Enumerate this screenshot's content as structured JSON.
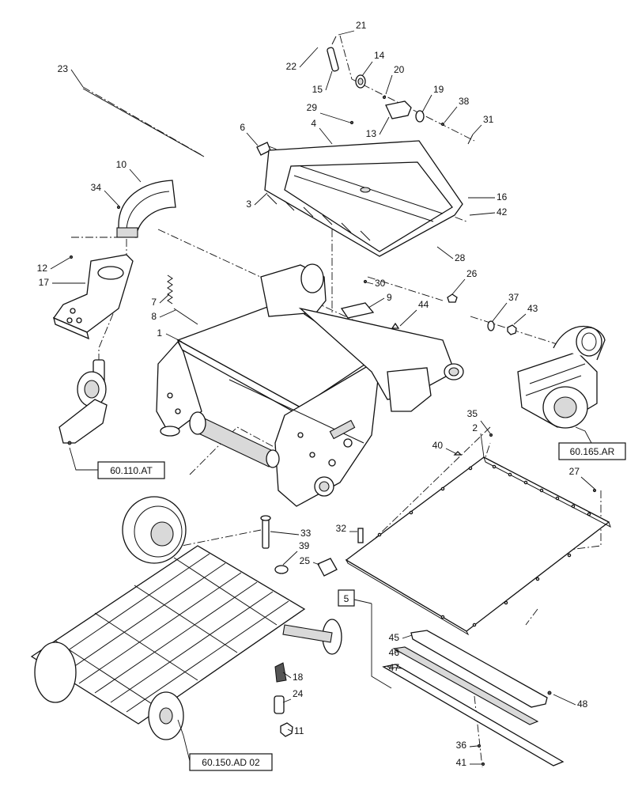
{
  "callouts": [
    "1",
    "2",
    "3",
    "4",
    "5",
    "6",
    "7",
    "8",
    "9",
    "10",
    "11",
    "12",
    "13",
    "14",
    "15",
    "16",
    "17",
    "18",
    "19",
    "20",
    "21",
    "22",
    "23",
    "24",
    "25",
    "26",
    "27",
    "28",
    "29",
    "30",
    "31",
    "32",
    "33",
    "34",
    "35",
    "36",
    "37",
    "38",
    "39",
    "40",
    "41",
    "42",
    "43",
    "44",
    "45",
    "46",
    "47",
    "48"
  ],
  "references": [
    "60.110.AT",
    "60.165.AR",
    "60.150.AD 02"
  ],
  "assembly_box_label": "5"
}
